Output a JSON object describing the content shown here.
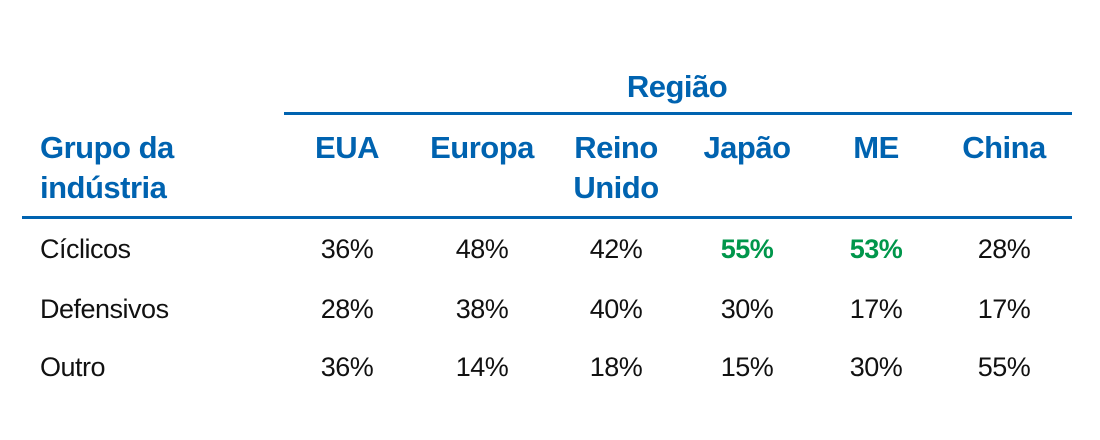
{
  "colors": {
    "header": "#0063b0",
    "highlight": "#00964b",
    "text": "#111111"
  },
  "chart_data": {
    "type": "table",
    "spanner": "Região",
    "row_header": "Grupo da indústria",
    "columns": [
      "EUA",
      "Europa",
      "Reino Unido",
      "Japão",
      "ME",
      "China"
    ],
    "rows": [
      {
        "label": "Cíclicos",
        "values": [
          "36%",
          "48%",
          "42%",
          "55%",
          "53%",
          "28%"
        ],
        "highlight": [
          false,
          false,
          false,
          true,
          true,
          false
        ]
      },
      {
        "label": "Defensivos",
        "values": [
          "28%",
          "38%",
          "40%",
          "30%",
          "17%",
          "17%"
        ],
        "highlight": [
          false,
          false,
          false,
          false,
          false,
          false
        ]
      },
      {
        "label": "Outro",
        "values": [
          "36%",
          "14%",
          "18%",
          "15%",
          "30%",
          "55%"
        ],
        "highlight": [
          false,
          false,
          false,
          false,
          false,
          false
        ]
      }
    ]
  }
}
